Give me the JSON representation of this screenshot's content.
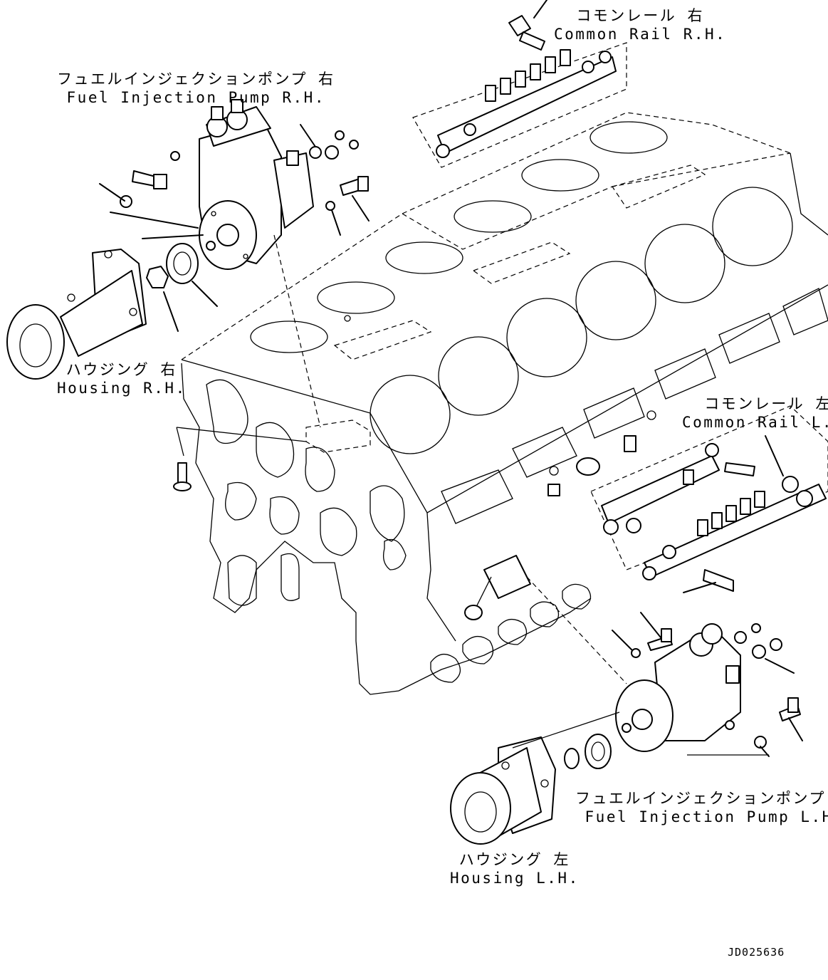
{
  "labels": {
    "common_rail_rh": {
      "ja": "コモンレール 右",
      "en": "Common Rail R.H."
    },
    "fuel_pump_rh": {
      "ja": "フュエルインジェクションポンプ 右",
      "en": "Fuel Injection Pump R.H."
    },
    "housing_rh": {
      "ja": "ハウジング 右",
      "en": "Housing R.H."
    },
    "common_rail_lh": {
      "ja": "コモンレール 左",
      "en": "Common Rail L.H."
    },
    "fuel_pump_lh": {
      "ja": "フュエルインジェクションポンプ 左",
      "en": "Fuel Injection Pump L.H."
    },
    "housing_lh": {
      "ja": "ハウジング 左",
      "en": "Housing L.H."
    }
  },
  "drawing_code": "JD025636"
}
